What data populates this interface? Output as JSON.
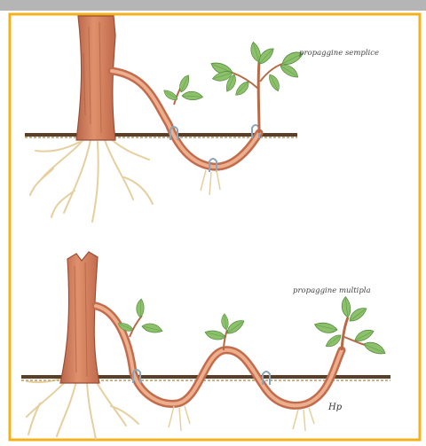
{
  "frame": {
    "top_bar_color": "#b5b5b5",
    "border_color": "#f2b21b",
    "background": "#ffffff"
  },
  "colors": {
    "trunk": "#d98a67",
    "trunk_dark": "#a85a3f",
    "trunk_light": "#ecae8d",
    "soil": "#5a3f2a",
    "roots": "#e9d2a3",
    "leaf": "#8cc06a",
    "leaf_dark": "#4f8a3a",
    "staple": "#8aa6b8"
  },
  "labels": {
    "simple": "propaggine semplice",
    "multiple": "propaggine multipla",
    "signature": "Hp"
  }
}
